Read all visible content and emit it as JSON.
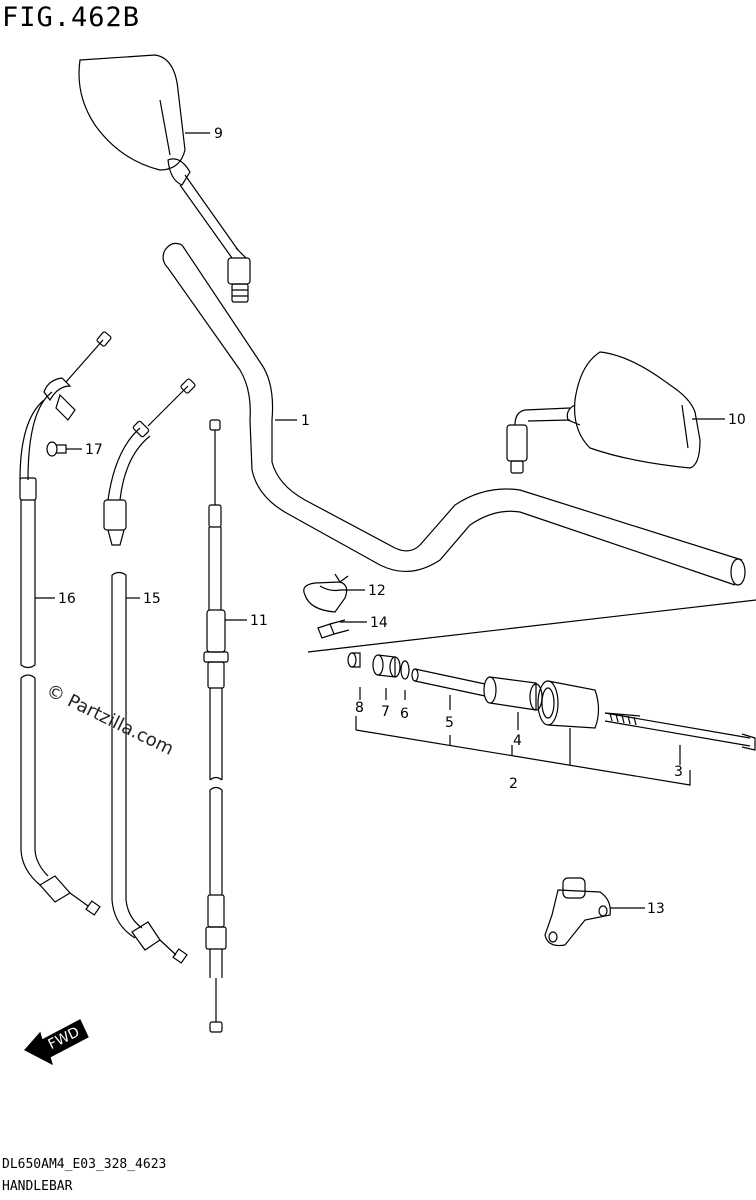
{
  "figure": {
    "title": "FIG.462B",
    "model_code": "DL650AM4_E03_328_4623",
    "caption": "HANDLEBAR",
    "watermark": "© Partzilla.com",
    "fwd_label": "FWD"
  },
  "callouts": {
    "c1": "1",
    "c2": "2",
    "c3": "3",
    "c4": "4",
    "c5": "5",
    "c6": "6",
    "c7": "7",
    "c8": "8",
    "c9": "9",
    "c10": "10",
    "c11": "11",
    "c12": "12",
    "c13": "13",
    "c14": "14",
    "c15": "15",
    "c16": "16",
    "c17": "17"
  },
  "colors": {
    "line": "#000000",
    "background": "#ffffff"
  }
}
